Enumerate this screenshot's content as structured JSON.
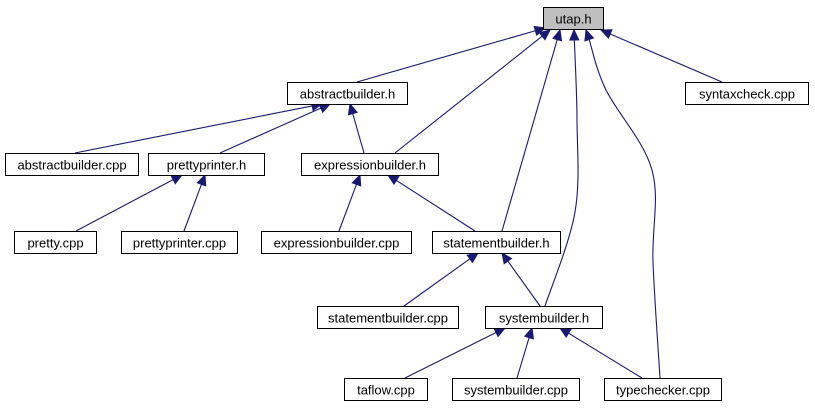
{
  "graph": {
    "edge_color": "#191970",
    "root_fill": "#bfbfbf",
    "nodes": [
      {
        "id": "utap_h",
        "label": "utap.h",
        "root": true
      },
      {
        "id": "abstractbuilder_h",
        "label": "abstractbuilder.h"
      },
      {
        "id": "syntaxcheck_cpp",
        "label": "syntaxcheck.cpp"
      },
      {
        "id": "abstractbuilder_cpp",
        "label": "abstractbuilder.cpp"
      },
      {
        "id": "prettyprinter_h",
        "label": "prettyprinter.h"
      },
      {
        "id": "expressionbuilder_h",
        "label": "expressionbuilder.h"
      },
      {
        "id": "pretty_cpp",
        "label": "pretty.cpp"
      },
      {
        "id": "prettyprinter_cpp",
        "label": "prettyprinter.cpp"
      },
      {
        "id": "expressionbuilder_cpp",
        "label": "expressionbuilder.cpp"
      },
      {
        "id": "statementbuilder_h",
        "label": "statementbuilder.h"
      },
      {
        "id": "statementbuilder_cpp",
        "label": "statementbuilder.cpp"
      },
      {
        "id": "systembuilder_h",
        "label": "systembuilder.h"
      },
      {
        "id": "taflow_cpp",
        "label": "taflow.cpp"
      },
      {
        "id": "systembuilder_cpp",
        "label": "systembuilder.cpp"
      },
      {
        "id": "typechecker_cpp",
        "label": "typechecker.cpp"
      }
    ],
    "edges": [
      {
        "from": "abstractbuilder_h",
        "to": "utap_h"
      },
      {
        "from": "expressionbuilder_h",
        "to": "utap_h"
      },
      {
        "from": "statementbuilder_h",
        "to": "utap_h"
      },
      {
        "from": "systembuilder_h",
        "to": "utap_h"
      },
      {
        "from": "typechecker_cpp",
        "to": "utap_h"
      },
      {
        "from": "syntaxcheck_cpp",
        "to": "utap_h"
      },
      {
        "from": "abstractbuilder_cpp",
        "to": "abstractbuilder_h"
      },
      {
        "from": "prettyprinter_h",
        "to": "abstractbuilder_h"
      },
      {
        "from": "expressionbuilder_h",
        "to": "abstractbuilder_h"
      },
      {
        "from": "pretty_cpp",
        "to": "prettyprinter_h"
      },
      {
        "from": "prettyprinter_cpp",
        "to": "prettyprinter_h"
      },
      {
        "from": "expressionbuilder_cpp",
        "to": "expressionbuilder_h"
      },
      {
        "from": "statementbuilder_h",
        "to": "expressionbuilder_h"
      },
      {
        "from": "statementbuilder_cpp",
        "to": "statementbuilder_h"
      },
      {
        "from": "systembuilder_h",
        "to": "statementbuilder_h"
      },
      {
        "from": "taflow_cpp",
        "to": "systembuilder_h"
      },
      {
        "from": "systembuilder_cpp",
        "to": "systembuilder_h"
      },
      {
        "from": "typechecker_cpp",
        "to": "systembuilder_h"
      }
    ]
  }
}
